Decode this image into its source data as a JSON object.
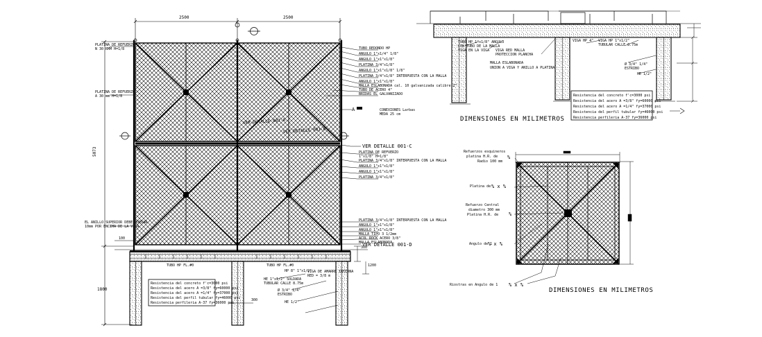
{
  "elevation": {
    "dim_top_left": "2500",
    "dim_top_right": "2500",
    "dim_height": "5073",
    "dim_post_depth": "1800",
    "dim_bottom": "300",
    "dim_side_a": "300",
    "dim_side_b": "1200",
    "dim_corner": "100",
    "detail_center_a": "VER DETALLE 001-A",
    "detail_center_b": "VER DETALLE 001-B",
    "ref_upper": "VER DETALLE 001-C",
    "ref_lower": "VER DETALLE 001-D",
    "section_mark": "A",
    "left_callouts": [
      "PLATINA DE REFUERZO",
      "N 30 RMM H=1/8",
      "PLATINA DE REFUERZO",
      "A 30 mm H=1/8",
      "EL ANILLO SUPERIOR DEBE QUEDAR",
      "10mm POR ENCIMA DE LA VIGA"
    ],
    "right_callouts_upper": [
      "TUBO REDONDO HP",
      "ANGULO 1\"x1/4\" 1/8\"",
      "ANGULO 1\"x1\"x1/8\"",
      "PLATINA 3/4\"x1/8\"",
      "ANGULO 1\"x1\"x1/8\" 1/8\"",
      "PLATINA 3/4\"x1/8\" INTERPUESTA CON LA MALLA",
      "ANGULO 1\"x1\"x1/8\"",
      "MALLA ESLABONADA cal. 10 galvanizada calibre 2\"",
      "TUBO DE ACERO 4\"",
      "BRIDAS EL GALVANIZADO"
    ],
    "center_note": [
      "CONEXIONES Larbas",
      "MEDA 25 cm"
    ],
    "right_callouts_lower": [
      "PLATINA DE REFUERZO",
      "1\"x1/8\" H=1/8\"",
      "PLATINA 3/4\"x1/8\" INTERPUESTA CON LA MALLA",
      "ANGULO 1\"x1\"x1/8\"",
      "ANGULO 1\"x1\"x1/8\"",
      "PLATINA 3/4\"x1/8\""
    ],
    "right_callouts_bottom": [
      "PLATINA 3/4\"x1/8\" INTERPUESTA CON LA MALLA",
      "ANGULO 1\"x1\"x1/8\"",
      "ANGULO 1\"x1\"x1/8\"",
      "MALLA TIPO 3 1/2mm",
      "ACOL ROCK ACERO 3/8\"",
      "MALLA ESLABONADA"
    ],
    "beam_label_a": "TUBO HP FL.#0",
    "beam_label_b": "TUBO HP FL.#0",
    "beam_label_c": "HP 8\" 1\"x1/2\"",
    "foot_callouts": [
      "VIGA DE AMARRE INTERNA",
      "RED = 3/8 m",
      "HE 1\"x1/2\" SOLDADA",
      "TUBULAR CALLE 8.75m",
      "Ø 3/4\" 1/4\"",
      "ESTRIBO",
      "HE 1/2\""
    ],
    "spec_notes": [
      "Resistencia del concreto f'c=3000 psi",
      "Resistencia del acero A =3/8\" fy=60000 psi",
      "Resistencia del acero A =1/4\" fy=37000 psi",
      "Resistencia del perfil tubular fy=46000 psi",
      "Resistencia perfileria A-37 fy=36000 psi"
    ]
  },
  "section": {
    "title": "DIMENSIONES EN MILIMETROS",
    "labels": [
      "TUBO HP 1\"x1/8\" ANGULO",
      "CON TUBO DE LA MALLA",
      "VIGA EN LA VIGA",
      "VIGA RED MALLA",
      "PROTECCION PLANCHA",
      "VIGA HP 4\"",
      "VIGA HP 1\"x1/2\"",
      "TUBULAR CALLE 8.75m",
      "MALLA ESLABONADA",
      "UNION A VIGA Y ANILLO A PLATINA",
      "Ø 3/4\" 1/4\"",
      "ESTRIBO",
      "HE 1/2\""
    ],
    "spec_notes": [
      "Resistencia del concreto f'c=3000 psi",
      "Resistencia del acero A =3/8\" fy=60000 psi",
      "Resistencia del acero A =1/4\" fy=37000 psi",
      "Resistencia del perfil tubular fy=46000 psi",
      "Resistencia perfileria A-37 fy=36000 psi"
    ]
  },
  "detail": {
    "title": "DIMENSIONES EN MILIMETROS",
    "labels": [
      "Refuerzos esquineros",
      "platina H.R. de",
      "Radio 100 mm",
      "Platina de",
      "Refuerzo Central",
      "diametro 300 mm",
      "Platina H.R. de",
      "Angulo de 1",
      "Riostras en Angulo de 1"
    ]
  }
}
